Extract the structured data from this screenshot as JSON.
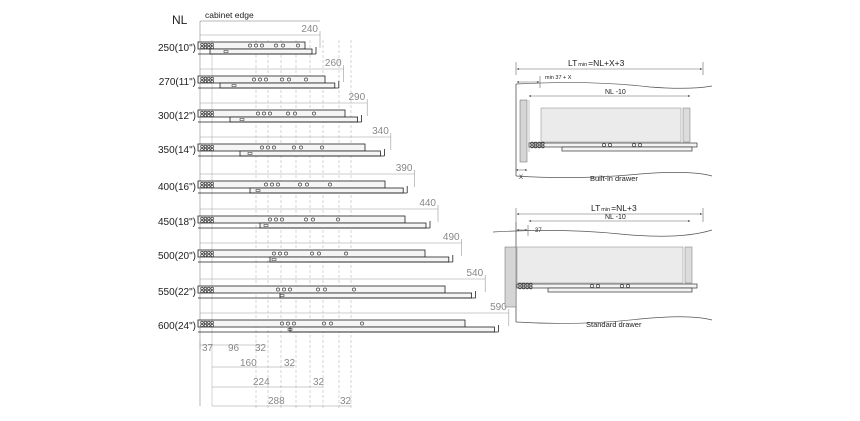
{
  "header": {
    "nl_label": "NL",
    "cabinet_edge_label": "cabinet edge"
  },
  "slides": [
    {
      "nl": "250(10\")",
      "length": "240"
    },
    {
      "nl": "270(11\")",
      "length": "260"
    },
    {
      "nl": "300(12\")",
      "length": "290"
    },
    {
      "nl": "350(14\")",
      "length": "340"
    },
    {
      "nl": "400(16\")",
      "length": "390"
    },
    {
      "nl": "450(18\")",
      "length": "440"
    },
    {
      "nl": "500(20\")",
      "length": "490"
    },
    {
      "nl": "550(22\")",
      "length": "540"
    },
    {
      "nl": "600(24\")",
      "length": "590"
    }
  ],
  "bottom_dims": {
    "row1": [
      "37",
      "96",
      "32"
    ],
    "row2": [
      "160",
      "32"
    ],
    "row3": [
      "224",
      "32"
    ],
    "row4": [
      "288",
      "32"
    ]
  },
  "built_in": {
    "formula_main": "LT",
    "formula_sub": "min",
    "formula_rest": "=NL+X+3",
    "min_label": "min 37 + X",
    "nl_label": "NL -10",
    "x_label": "X",
    "caption": "Built-in drawer"
  },
  "standard": {
    "formula_main": "LT",
    "formula_sub": "min",
    "formula_rest": "=NL+3",
    "nl_label": "NL -10",
    "min_label": "37",
    "caption": "Standard drawer"
  },
  "colors": {
    "line": "#333333",
    "dim": "#9a9a9a",
    "text": "#222222",
    "box_fill": "#e9e9e9",
    "rail_fill": "#f4f4f4"
  }
}
